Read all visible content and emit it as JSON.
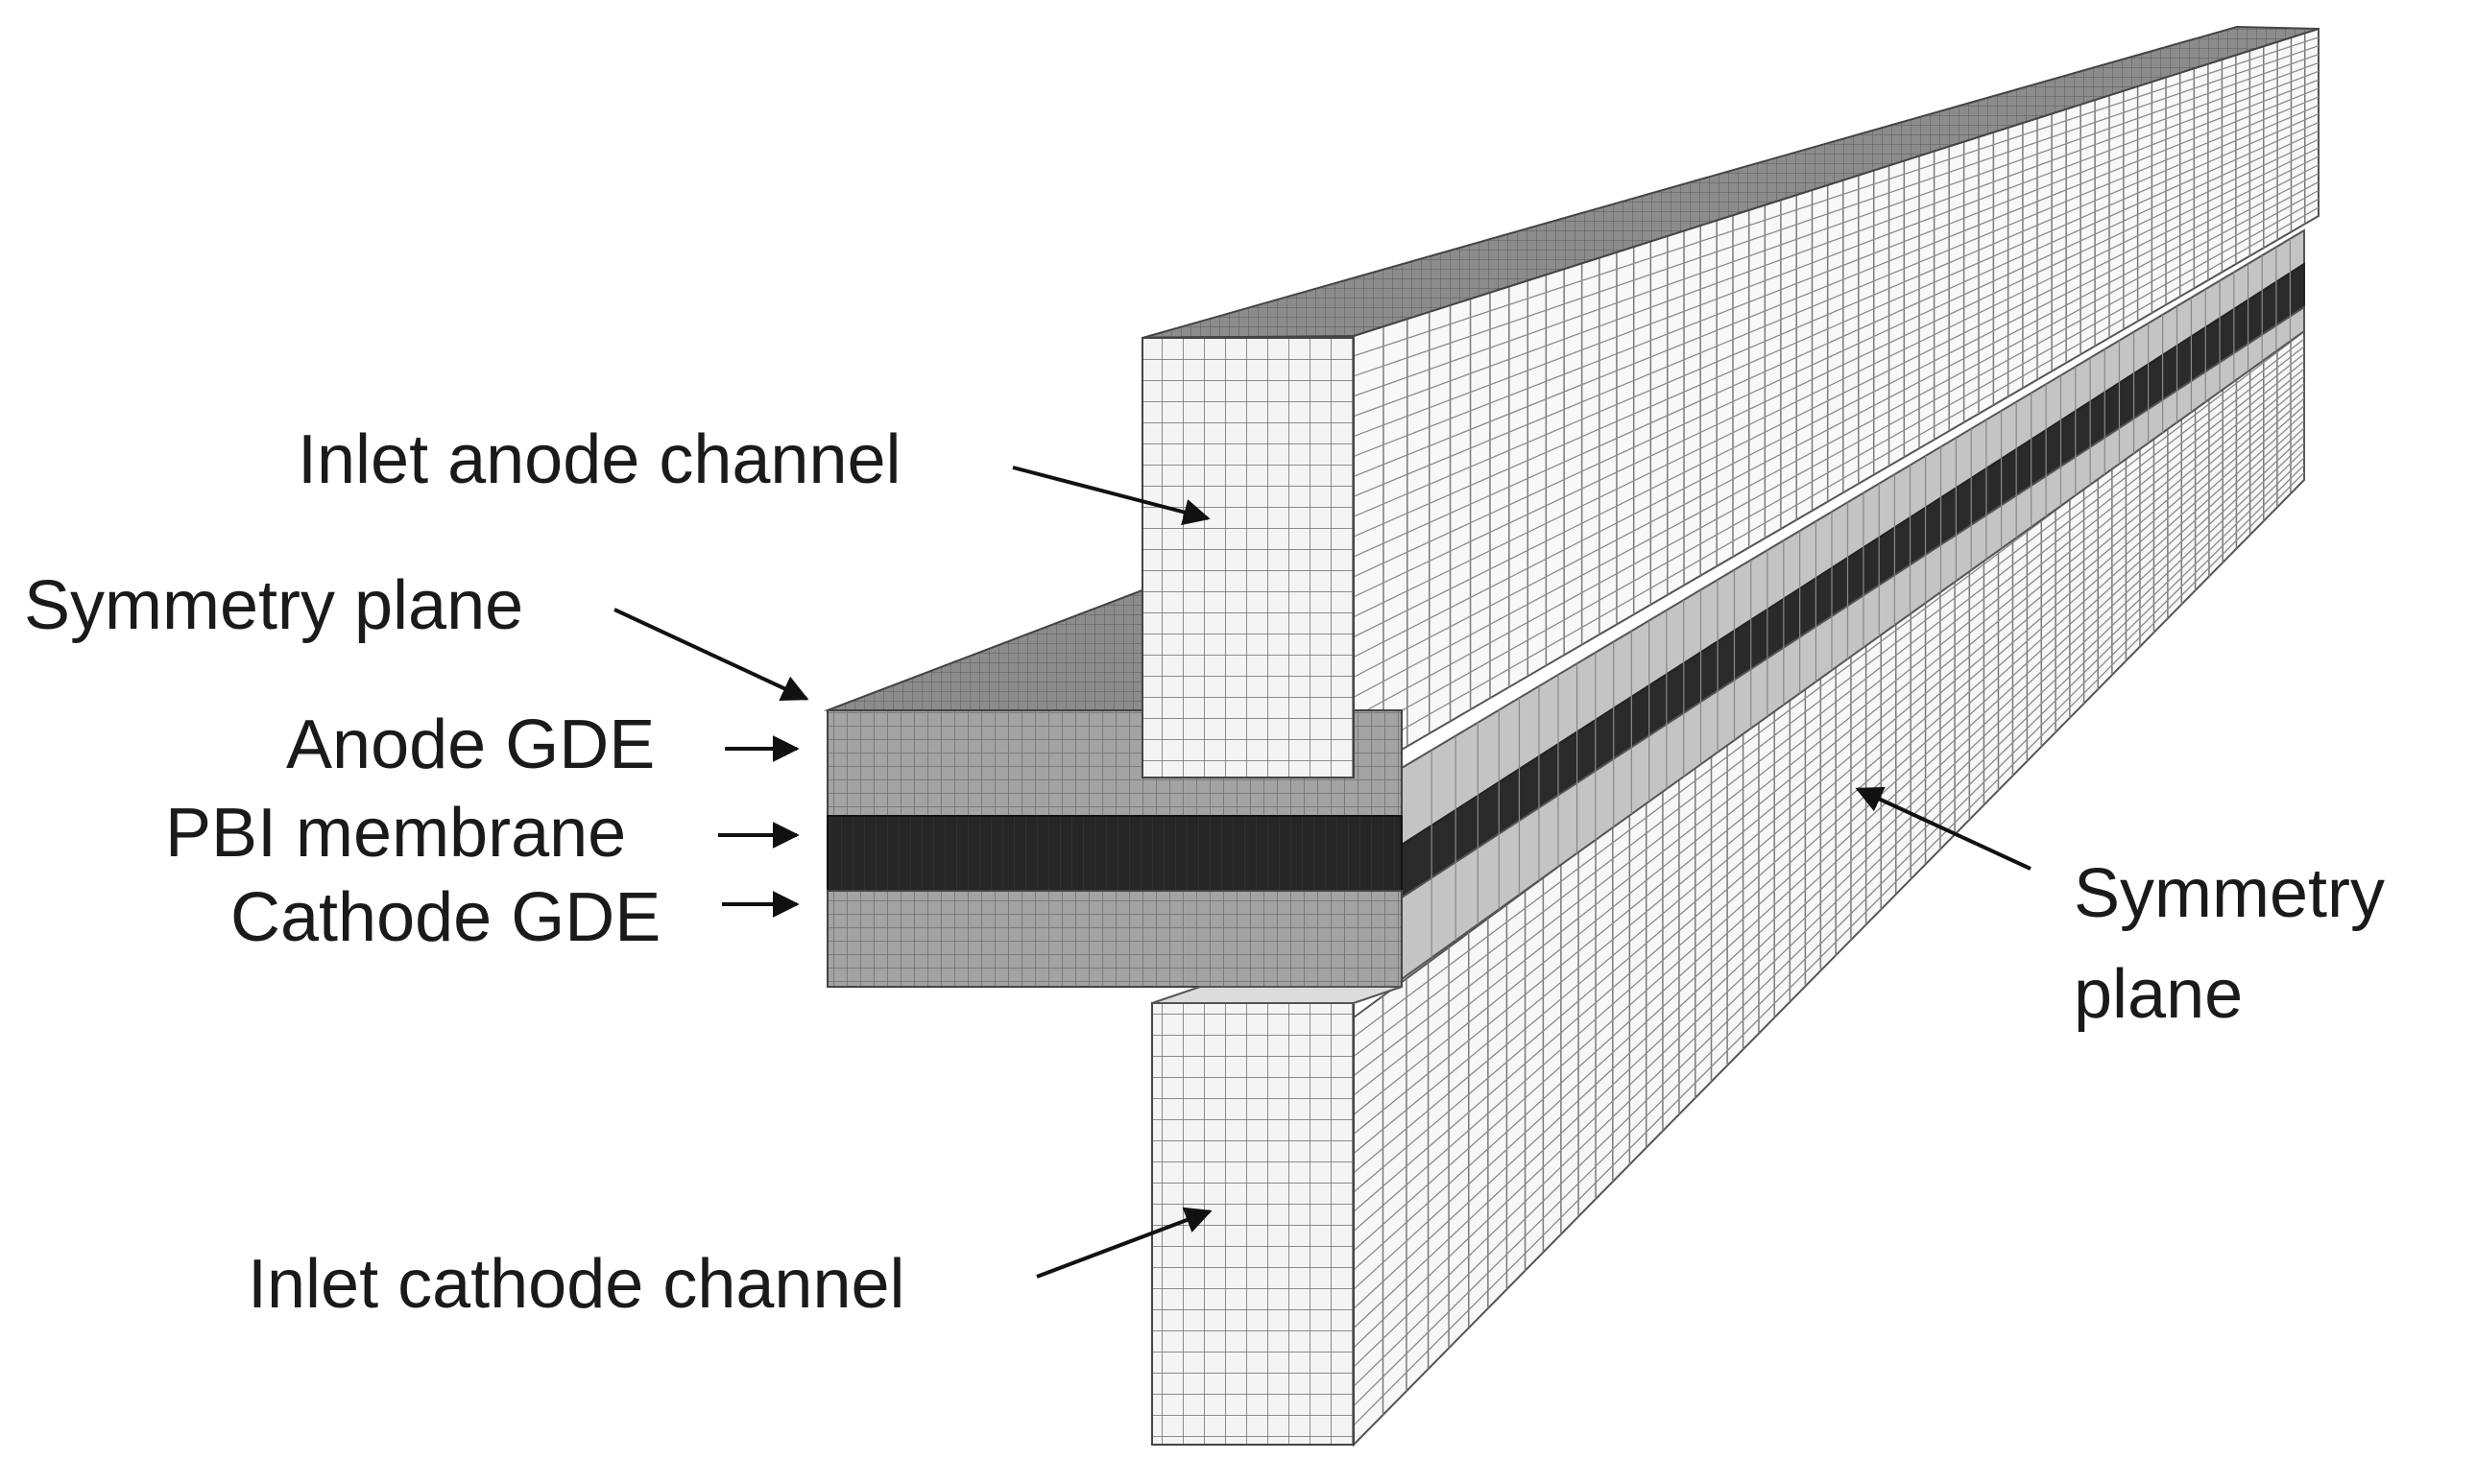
{
  "labels": {
    "inlet_anode_channel": "Inlet anode channel",
    "symmetry_plane_left": "Symmetry plane",
    "anode_gde": "Anode GDE",
    "pbi_membrane": "PBI membrane",
    "cathode_gde": "Cathode GDE",
    "symmetry_plane_right_line1": "Symmetry",
    "symmetry_plane_right_line2": "plane",
    "inlet_cathode_channel": "Inlet cathode channel"
  },
  "colors": {
    "background": "#ffffff",
    "mesh_line": "#555555",
    "channel_face": "#f6f6f6",
    "gde_face": "#9b9b9b",
    "gde_side": "#c2c2c2",
    "top_face": "#8a8a8a",
    "membrane": "#262626",
    "arrow": "#111111",
    "text": "#1a1a1a"
  }
}
